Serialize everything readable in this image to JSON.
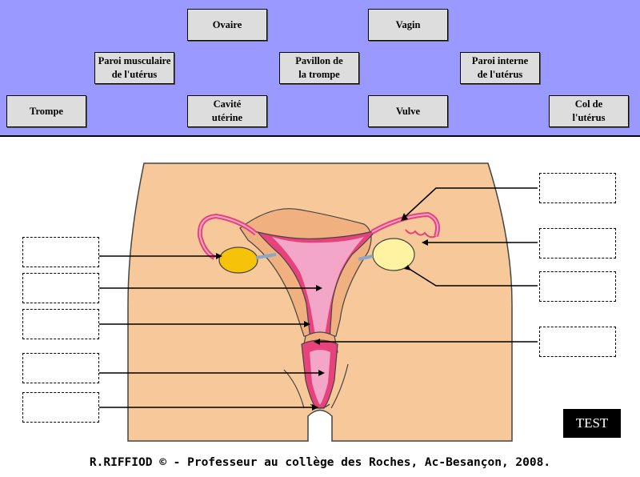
{
  "labels": [
    {
      "text": "Ovaire"
    },
    {
      "text": "Vagin"
    },
    {
      "text": "Paroi musculaire\nde l'utérus"
    },
    {
      "text": "Pavillon de\nla trompe"
    },
    {
      "text": "Paroi interne\nde l'utérus"
    },
    {
      "text": "Trompe"
    },
    {
      "text": "Cavité\nutérine"
    },
    {
      "text": "Vulve"
    },
    {
      "text": "Col de\nl'utérus"
    }
  ],
  "test_button": "TEST",
  "credit": "R.RIFFIOD © - Professeur au collège des Roches, Ac-Besançon, 2008.",
  "colors": {
    "panel": "#9999ff",
    "card": "#dddddd",
    "skin": "#f7c99a",
    "uterus_wall": "#e8427c",
    "uterus_inner": "#f3a6c8",
    "ovary": "#f6c20a"
  }
}
